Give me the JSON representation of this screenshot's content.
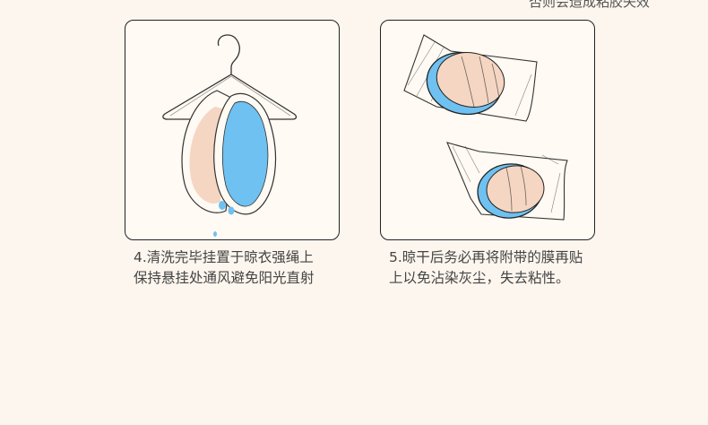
{
  "top_caption": "否则会造成粘胶失效",
  "steps": [
    {
      "illustration": "bra-on-hanger-icon",
      "line1": "4.清洗完毕挂置于晾衣强绳上",
      "line2": "保持悬挂处通风避免阳光直射"
    },
    {
      "illustration": "pads-covered-with-film-icon",
      "line1": "5.晾干后务必再将附带的膜再贴",
      "line2": "上以免沾染灰尘，失去粘性。"
    }
  ],
  "colors": {
    "background": "#fdf6ee",
    "pad_blue": "#6ec1f0",
    "pad_skin": "#f5d6c2",
    "outline": "#222222"
  }
}
